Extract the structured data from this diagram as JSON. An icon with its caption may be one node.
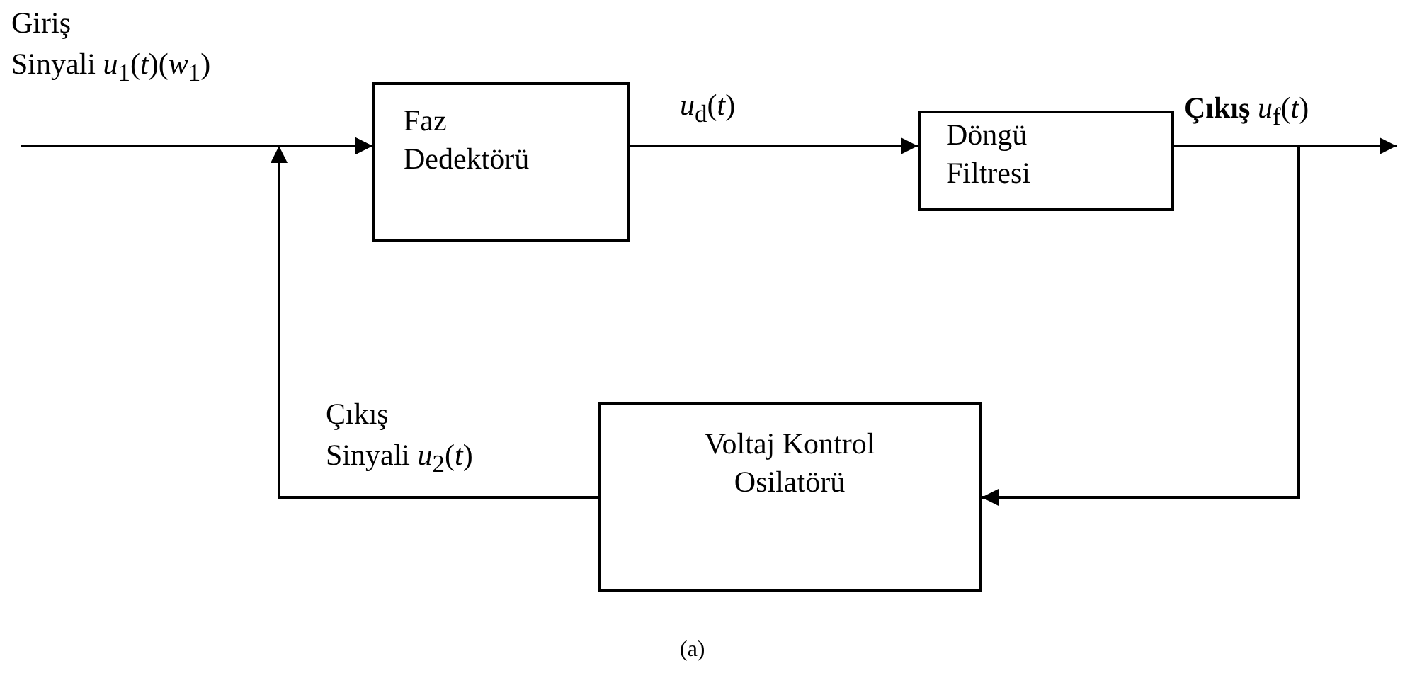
{
  "diagram": {
    "nodes": [
      {
        "text": [
          "Faz Dedektörü"
        ]
      },
      {
        "text": [
          "Döngü Filtresi"
        ]
      },
      {
        "text": [
          "Voltaj Kontrol Osilatörü"
        ]
      }
    ],
    "edges": [
      {
        "from": null,
        "to": 0,
        "arrow": "to",
        "label": "Giriş Sinyali *u*$_{1}$(*t*)(*w*$_{1}$)"
      },
      {
        "from": 0,
        "to": 1,
        "arrow": "to",
        "label": "*u*$_{d}$(*t*)"
      },
      {
        "from": 1,
        "to": null,
        "arrow": "to",
        "label": "**Çıkış** *u*$_{f}$(*t*)"
      },
      {
        "from": 1,
        "to": 2,
        "arrow": "to"
      },
      {
        "from": 2,
        "to": 0,
        "arrow": "to",
        "label": "Çıkış Sinyali *u*$_{2}$(*t*)"
      }
    ],
    "caption": "(a)"
  }
}
